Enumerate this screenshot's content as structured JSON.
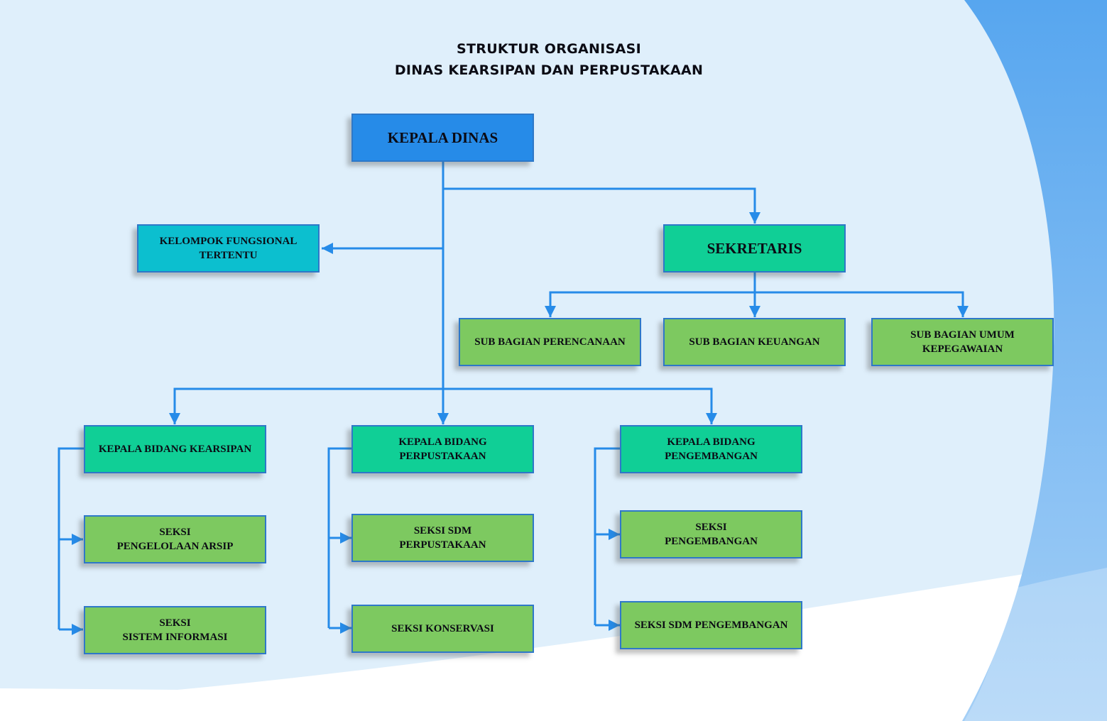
{
  "title": {
    "line1": "STRUKTUR ORGANISASI",
    "line2": "DINAS KEARSIPAN DAN PERPUSTAKAAN"
  },
  "colors": {
    "connector": "#268be8",
    "head": "#268be8",
    "functional": "#0cbfcf",
    "secretary_and_division_heads": "#10cf96",
    "sub_units": "#7dc960",
    "background_light": "#dfeffb",
    "accent_curve": "#5aa8ef"
  },
  "nodes": {
    "kepala_dinas": "KEPALA DINAS",
    "kelompok_fungsional": "KELOMPOK FUNGSIONAL\nTERTENTU",
    "sekretaris": "SEKRETARIS",
    "sub_perencanaan": "SUB BAGIAN PERENCANAAN",
    "sub_keuangan": "SUB BAGIAN KEUANGAN",
    "sub_umum": "SUB BAGIAN UMUM\nKEPEGAWAIAN",
    "kabid_kearsipan": "KEPALA  BIDANG KEARSIPAN",
    "kabid_perpustakaan": "KEPALA  BIDANG\nPERPUSTAKAAN",
    "kabid_pengembangan": "KEPALA  BIDANG\nPENGEMBANGAN",
    "seksi_pengelolaan_arsip": "SEKSI\nPENGELOLAAN ARSIP",
    "seksi_sistem_informasi": "SEKSI\nSISTEM INFORMASI",
    "seksi_sdm_perpustakaan": "SEKSI SDM\nPERPUSTAKAAN",
    "seksi_konservasi": "SEKSI KONSERVASI",
    "seksi_pengembangan": "SEKSI\nPENGEMBANGAN",
    "seksi_sdm_pengembangan": "SEKSI SDM PENGEMBANGAN"
  }
}
